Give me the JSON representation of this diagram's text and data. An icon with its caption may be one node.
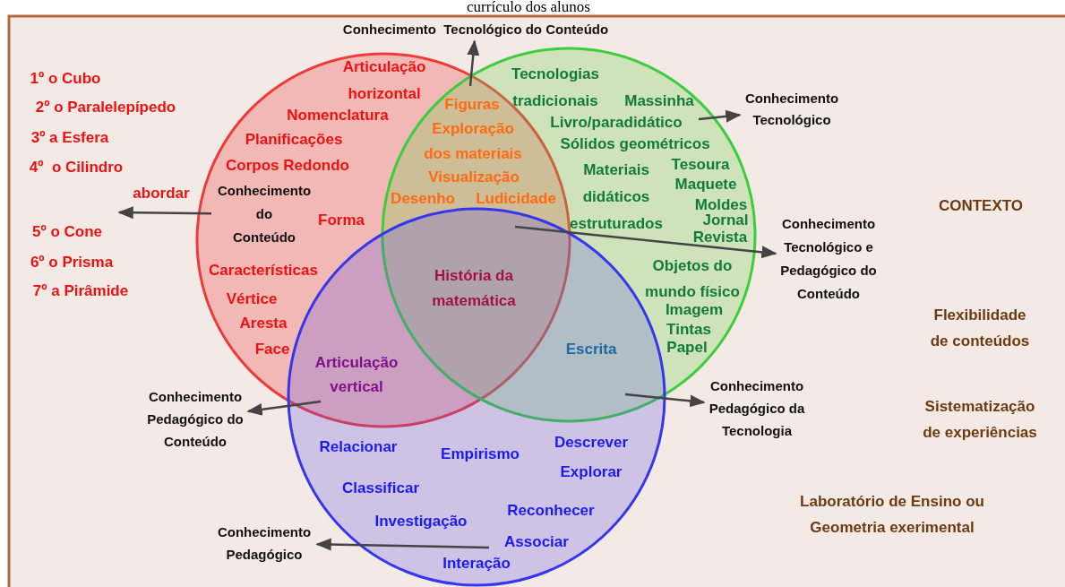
{
  "diagram": {
    "nodes": [
      {
        "text": [
          "Conhecimento  Tecnológico do Conteúdo"
        ]
      },
      {
        "text": [
          "Conhecimento Tecnológico"
        ]
      },
      {
        "text": [
          "Conhecimento do Conteúdo"
        ]
      },
      {
        "text": [
          "Conhecimento Tecnológico e Pedagógico do Conteúdo"
        ]
      },
      {
        "text": [
          "Conhecimento Pedagógico do Conteúdo"
        ]
      },
      {
        "text": [
          "Conhecimento Pedagógico da Tecnologia"
        ]
      },
      {
        "text": [
          "Conhecimento Pedagógico"
        ]
      }
    ],
    "edges": [
      {
        "from": null,
        "to": 0,
        "arrow": "to"
      },
      {
        "from": null,
        "to": 1,
        "arrow": "to"
      },
      {
        "from": 2,
        "to": null,
        "arrow": "to"
      },
      {
        "from": null,
        "to": 3,
        "arrow": "to"
      },
      {
        "from": null,
        "to": 4,
        "arrow": "to"
      },
      {
        "from": null,
        "to": 5,
        "arrow": "to"
      },
      {
        "from": null,
        "to": 6,
        "arrow": "to"
      }
    ],
    "labels": [
      "currículo dos alunos",
      "1º o Cubo",
      "2º o Paralelepípedo",
      "3º a Esfera",
      "4º  o Cilindro",
      "abordar",
      "5º o Cone",
      "6º o Prisma",
      "7º a Pirâmide",
      "Articulação horizontal",
      "Nomenclatura",
      "Planificações",
      "Corpos Redondo",
      "Forma",
      "Características",
      "Vértice",
      "Aresta",
      "Face",
      "Figuras",
      "Exploração dos materiais",
      "Visualização",
      "Desenho",
      "Ludicidade",
      "Tecnologias tradicionais",
      "Massinha",
      "Livro/paradidático",
      "Sólidos geométricos",
      "Materiais didáticos estruturados",
      "Tesoura",
      "Maquete",
      "Moldes",
      "Jornal",
      "Revista",
      "Objetos do mundo físico",
      "Imagem",
      "Tintas",
      "Papel",
      "História da matemática",
      "Articulação vertical",
      "Escrita",
      "Relacionar",
      "Empirismo",
      "Descrever",
      "Explorar",
      "Classificar",
      "Investigação",
      "Reconhecer",
      "Associar",
      "Interação",
      "CONTEXTO",
      "Flexibilidade de conteúdos",
      "Sistematização de experiências",
      "Laboratório de Ensino ou Geometria exerimental"
    ]
  }
}
